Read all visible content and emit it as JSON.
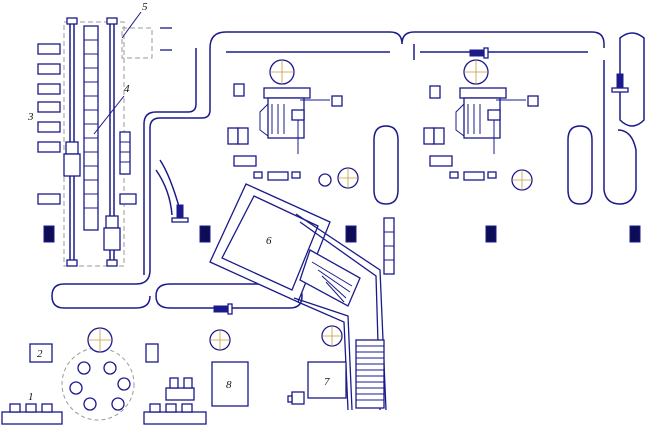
{
  "labels": {
    "n1": "1",
    "n2": "2",
    "n3": "3",
    "n4": "4",
    "n5": "5",
    "n6": "6",
    "n7": "7",
    "n8": "8"
  },
  "colors": {
    "line": "#1a1a8c",
    "column": "#0d0d55",
    "dashed": "#9a9a9a",
    "crosshair": "#c89a3a"
  }
}
